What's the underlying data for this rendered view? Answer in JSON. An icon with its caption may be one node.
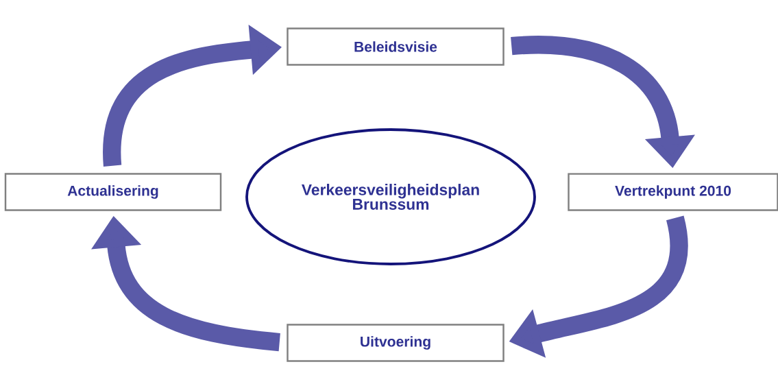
{
  "diagram": {
    "nodes": [
      {
        "text": [
          "Beleidsvisie"
        ]
      },
      {
        "text": [
          "Vertrekpunt 2010"
        ]
      },
      {
        "text": [
          "Uitvoering"
        ]
      },
      {
        "text": [
          "Actualisering"
        ]
      },
      {
        "text": [
          "Verkeersveiligheidsplan Brunssum"
        ]
      }
    ],
    "edges": [
      {
        "from": 0,
        "to": 1,
        "arrow": "to"
      },
      {
        "from": 1,
        "to": 2,
        "arrow": "to"
      },
      {
        "from": 2,
        "to": 3,
        "arrow": "to"
      },
      {
        "from": 3,
        "to": 0,
        "arrow": "to"
      }
    ]
  }
}
